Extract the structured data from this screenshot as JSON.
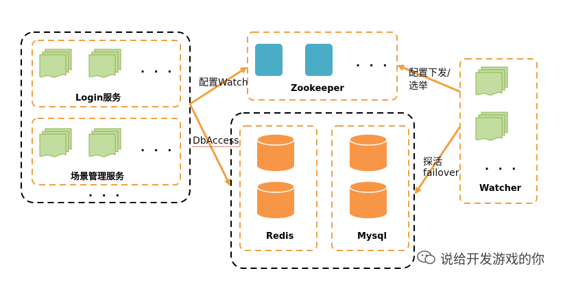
{
  "colors": {
    "orange": "#f0a040",
    "cylinder": "#f79646",
    "teal": "#4bacc6",
    "doc_green": "#c3dca0",
    "doc_border": "#8db24a",
    "dash_black": "#000000"
  },
  "nodes": {
    "login": {
      "label": "Login服务"
    },
    "scene": {
      "label": "场景管理服务"
    },
    "zookeeper": {
      "label": "Zookeeper"
    },
    "redis": {
      "label": "Redis"
    },
    "mysql": {
      "label": "Mysql"
    },
    "watcher": {
      "label": "Watcher"
    }
  },
  "ellipsis": "· · ·",
  "edges": {
    "config_watch": {
      "label": "配置Watch"
    },
    "db_access": {
      "label": "DbAccess"
    },
    "config_push_line1": {
      "label": "配置下发/"
    },
    "config_push_line2": {
      "label": "选举"
    },
    "probe_line1": {
      "label": "探活"
    },
    "probe_line2": {
      "label": "failover"
    }
  },
  "watermark": {
    "text": "说给开发游戏的你",
    "icon": "wechat-icon"
  }
}
